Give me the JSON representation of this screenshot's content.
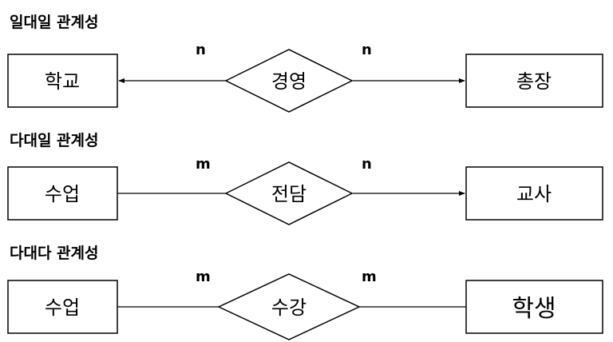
{
  "sections": [
    {
      "heading": "일대일 관계성",
      "left_entity": "학교",
      "relationship": "경영",
      "right_entity": "총장",
      "left_cardinality": "n",
      "right_cardinality": "n"
    },
    {
      "heading": "다대일 관계성",
      "left_entity": "수업",
      "relationship": "전담",
      "right_entity": "교사",
      "left_cardinality": "m",
      "right_cardinality": "n"
    },
    {
      "heading": "다대다 관계성",
      "left_entity": "수업",
      "relationship": "수강",
      "right_entity": "학생",
      "left_cardinality": "m",
      "right_cardinality": "m"
    }
  ]
}
